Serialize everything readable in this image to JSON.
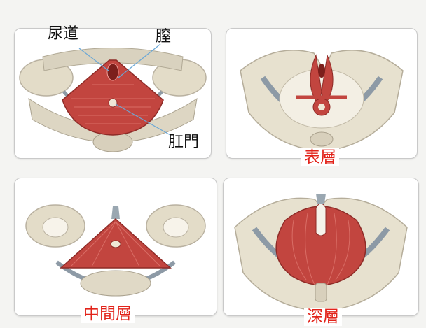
{
  "labels": {
    "urethra": "尿道",
    "vagina": "膣",
    "anus": "肛門",
    "superficial_layer": "表層",
    "middle_layer": "中間層",
    "deep_layer": "深層"
  },
  "colors": {
    "label_red": "#e2231a",
    "muscle": "#c2453f",
    "bone": "#e7e1cf"
  }
}
